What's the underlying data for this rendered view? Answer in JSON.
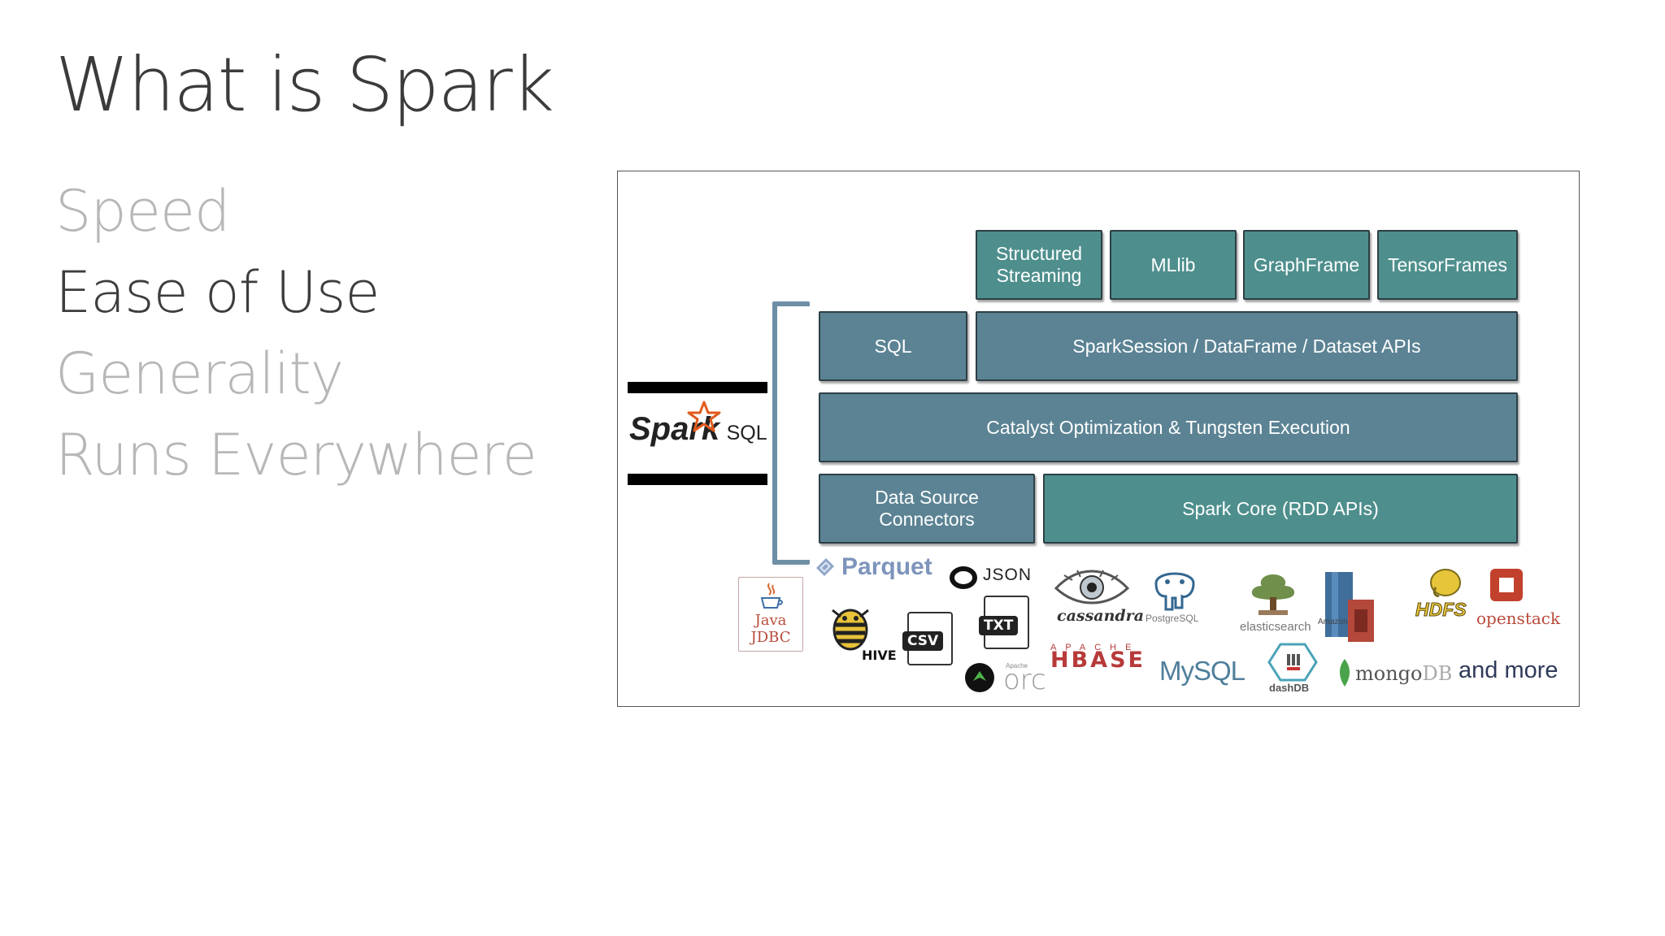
{
  "slide": {
    "title": "What is Spark",
    "bullets": [
      {
        "text": "Speed",
        "active": false
      },
      {
        "text": "Ease of Use",
        "active": true
      },
      {
        "text": "Generality",
        "active": false
      },
      {
        "text": "Runs Everywhere",
        "active": false
      }
    ]
  },
  "diagram": {
    "layers": {
      "structured_streaming": "Structured Streaming",
      "mllib": "MLlib",
      "graphframe": "GraphFrame",
      "tensorframes": "TensorFrames",
      "sql": "SQL",
      "sparksession": "SparkSession / DataFrame / Dataset APIs",
      "catalyst": "Catalyst Optimization & Tungsten Execution",
      "data_source": "Data Source Connectors",
      "spark_core": "Spark Core (RDD APIs)"
    },
    "spark_sql_logo": {
      "spark": "Spark",
      "sql": "SQL"
    },
    "sources": {
      "parquet": "Parquet",
      "json": "JSON",
      "java": "Java",
      "jdbc": "JDBC",
      "hive": "HIVE",
      "csv": "CSV",
      "txt": "TXT",
      "orc_small": "Apache",
      "orc": "orc",
      "cassandra": "cassandra",
      "hbase_small": "APACHE",
      "hbase": "HBASE",
      "postgresql": "PostgreSQL",
      "mysql": "MySQL",
      "elasticsearch": "elasticsearch",
      "dashdb": "dashDB",
      "amazon": "Amazon",
      "mongodb_mongo": "mongo",
      "mongodb_db": "DB",
      "hdfs": "HDFS",
      "openstack": "openstack",
      "and_more": "and more"
    },
    "colors": {
      "teal": "#4e8f8d",
      "slate": "#5b8394",
      "bracket": "#6f8fa6",
      "spark_orange": "#e25a1c"
    }
  }
}
